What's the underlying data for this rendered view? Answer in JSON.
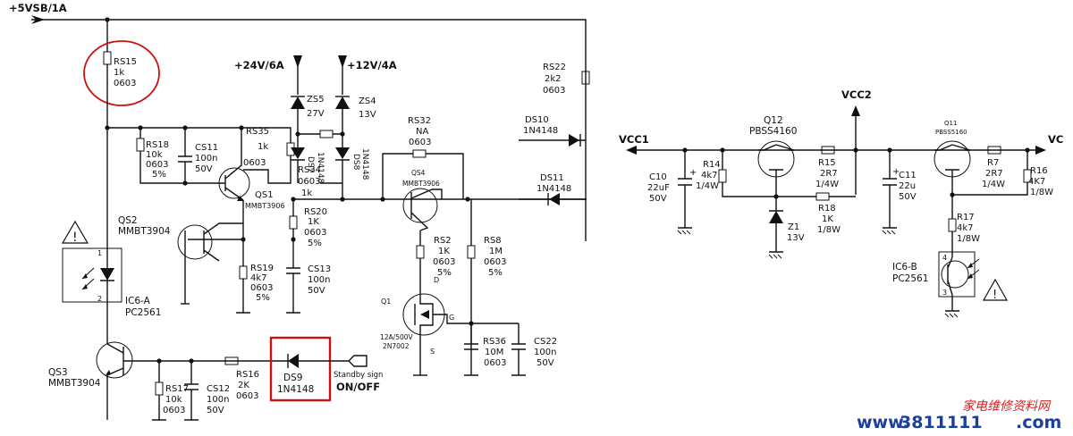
{
  "left_circuit": {
    "rails": {
      "vsb": "+5VSB/1A",
      "v24": "+24V/6A",
      "v12": "+12V/4A"
    },
    "components": {
      "rs15": {
        "ref": "RS15",
        "value": "1k",
        "pkg": "0603"
      },
      "rs18": {
        "ref": "RS18",
        "value": "10k",
        "pkg": "0603",
        "tol": "5%"
      },
      "cs11": {
        "ref": "CS11",
        "value": "100n",
        "volt": "50V"
      },
      "rs35": {
        "ref": "RS35",
        "value": "1k",
        "pkg": "0603"
      },
      "qs1": {
        "ref": "QS1",
        "part": "MMBT3906"
      },
      "qs2": {
        "ref": "QS2",
        "part": "MMBT3904"
      },
      "zs5": {
        "ref": "ZS5",
        "value": "27V"
      },
      "zs4": {
        "ref": "ZS4",
        "value": "13V"
      },
      "ds7": {
        "ref": "DS7",
        "part": "1N4148"
      },
      "ds8": {
        "ref": "DS8",
        "part": "1N4148"
      },
      "rs34": {
        "ref": "RS34",
        "pkg": "0603",
        "value": "1k"
      },
      "rs20": {
        "ref": "RS20",
        "value": "1K",
        "pkg": "0603",
        "tol": "5%"
      },
      "rs19": {
        "ref": "RS19",
        "value": "4k7",
        "pkg": "0603",
        "tol": "5%"
      },
      "cs13": {
        "ref": "CS13",
        "value": "100n",
        "volt": "50V"
      },
      "rs32": {
        "ref": "RS32",
        "value": "NA",
        "pkg": "0603"
      },
      "qs4": {
        "ref": "QS4",
        "part": "MMBT3906"
      },
      "rs22": {
        "ref": "RS22",
        "value": "2k2",
        "pkg": "0603"
      },
      "ds10": {
        "ref": "DS10",
        "part": "1N4148"
      },
      "ds11": {
        "ref": "DS11",
        "part": "1N4148"
      },
      "rs2": {
        "ref": "RS2",
        "value": "1K",
        "pkg": "0603",
        "tol": "5%"
      },
      "rs8": {
        "ref": "RS8",
        "value": "1M",
        "pkg": "0603",
        "tol": "5%"
      },
      "q1": {
        "ref": "Q1",
        "rating": "12A/500V",
        "part": "2N7002",
        "d": "D",
        "g": "G",
        "s": "S"
      },
      "rs36": {
        "ref": "RS36",
        "value": "10M",
        "pkg": "0603"
      },
      "cs22": {
        "ref": "CS22",
        "value": "100n",
        "volt": "50V"
      },
      "ic6a": {
        "ref": "IC6-A",
        "part": "PC2561",
        "pin1": "1",
        "pin2": "2"
      },
      "qs3": {
        "ref": "QS3",
        "part": "MMBT3904"
      },
      "rs17": {
        "ref": "RS17",
        "value": "10k",
        "pkg": "0603"
      },
      "cs12": {
        "ref": "CS12",
        "value": "100n",
        "volt": "50V"
      },
      "rs16": {
        "ref": "RS16",
        "value": "2K",
        "pkg": "0603"
      },
      "ds9": {
        "ref": "DS9",
        "part": "1N4148"
      }
    },
    "standby": {
      "signal": "Standby sign",
      "onoff": "ON/OFF"
    },
    "warning_glyph": "!"
  },
  "right_circuit": {
    "rails": {
      "vcc1": "VCC1",
      "vcc2": "VCC2",
      "vc": "VC"
    },
    "components": {
      "c10": {
        "ref": "C10",
        "value": "22uF",
        "volt": "50V",
        "polarity": "+"
      },
      "r14": {
        "ref": "R14",
        "value": "4k7",
        "power": "1/4W"
      },
      "q12": {
        "ref": "Q12",
        "part": "PBSS4160"
      },
      "r15": {
        "ref": "R15",
        "value": "2R7",
        "power": "1/4W"
      },
      "r18": {
        "ref": "R18",
        "value": "1K",
        "power": "1/8W"
      },
      "z1": {
        "ref": "Z1",
        "value": "13V"
      },
      "c11": {
        "ref": "C11",
        "value": "22u",
        "volt": "50V",
        "polarity": "+"
      },
      "q11": {
        "ref": "Q11",
        "part": "PBSS5160"
      },
      "r7": {
        "ref": "R7",
        "value": "2R7",
        "power": "1/4W"
      },
      "r16": {
        "ref": "R16",
        "value": "4K7",
        "power": "1/8W"
      },
      "r17": {
        "ref": "R17",
        "value": "4k7",
        "power": "1/8W"
      },
      "ic6b": {
        "ref": "IC6-B",
        "part": "PC2561",
        "pin4": "4",
        "pin3": "3"
      }
    },
    "warning_glyph": "!"
  },
  "watermark": {
    "prefix": "www.",
    "number": "3811111",
    "suffix": ".com",
    "chinese": "家电维修资料网"
  },
  "colors": {
    "wire": "#111111",
    "highlight": "#cc1111",
    "watermark_blue": "#1c3f9e",
    "watermark_red": "#d81e1e"
  }
}
